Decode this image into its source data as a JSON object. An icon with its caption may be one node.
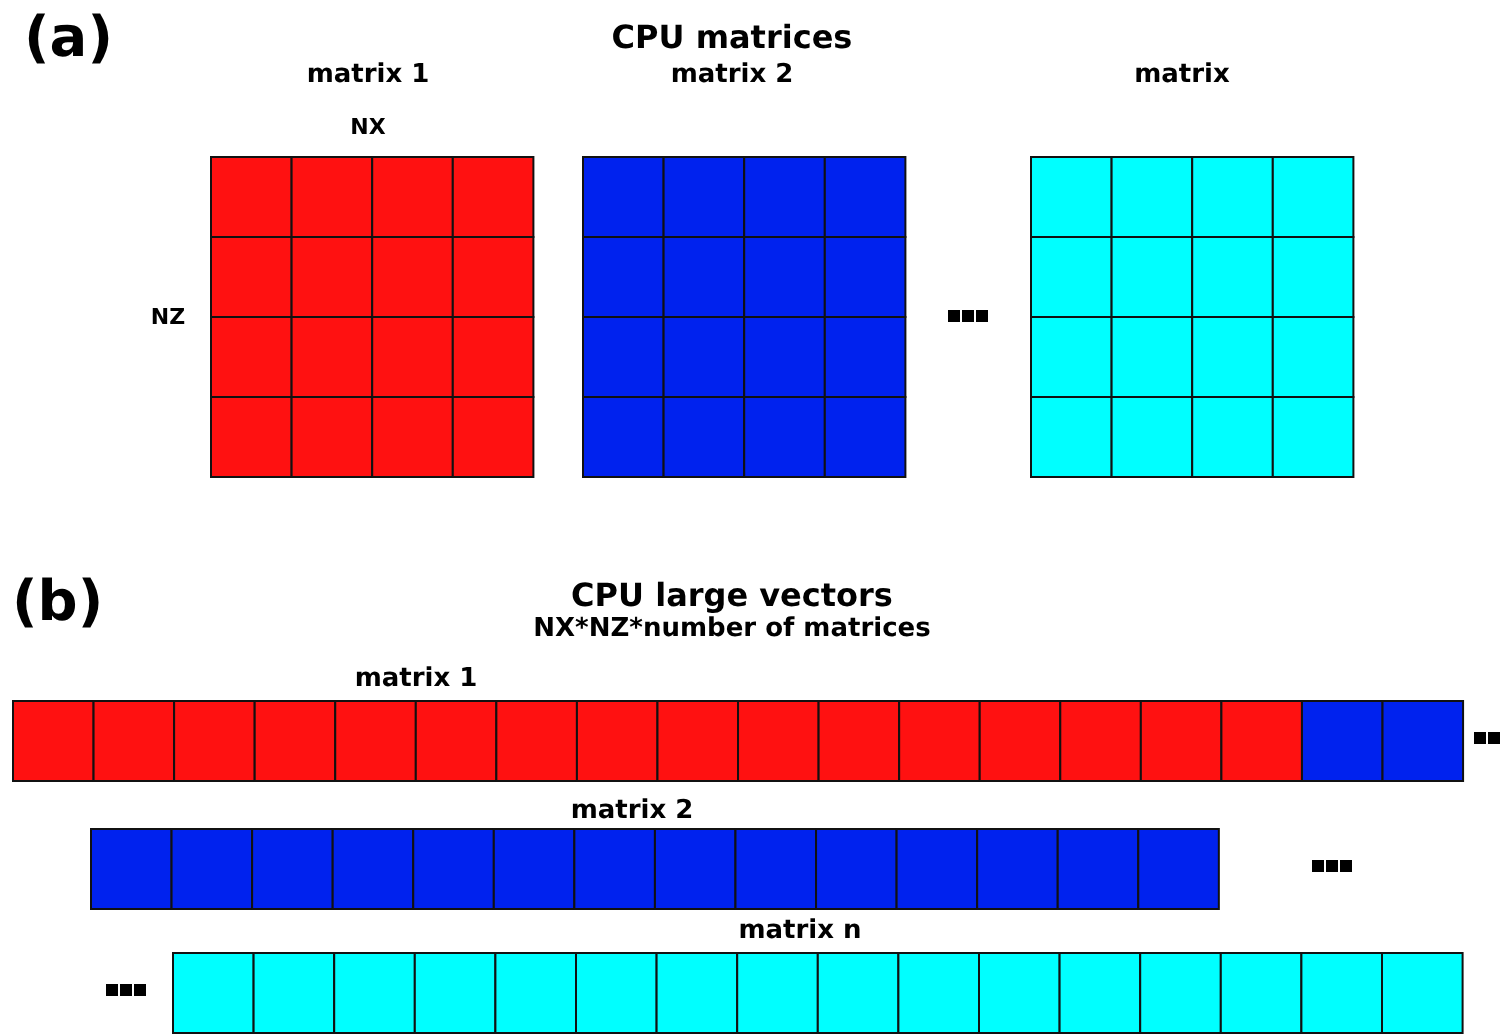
{
  "diagram": {
    "nodes": [
      {
        "text": [
          "matrix 1"
        ]
      },
      {
        "text": [
          "matrix 2"
        ]
      },
      {
        "text": [
          "matrix"
        ]
      },
      {
        "text": [
          "matrix 1"
        ]
      },
      {
        "text": [
          "matrix 2"
        ]
      },
      {
        "text": [
          "matrix n"
        ]
      }
    ],
    "labels": [
      "(a)",
      "CPU matrices",
      "NX",
      "NZ",
      "(b)",
      "CPU large vectors",
      "NX*NZ*number of matrices"
    ]
  }
}
